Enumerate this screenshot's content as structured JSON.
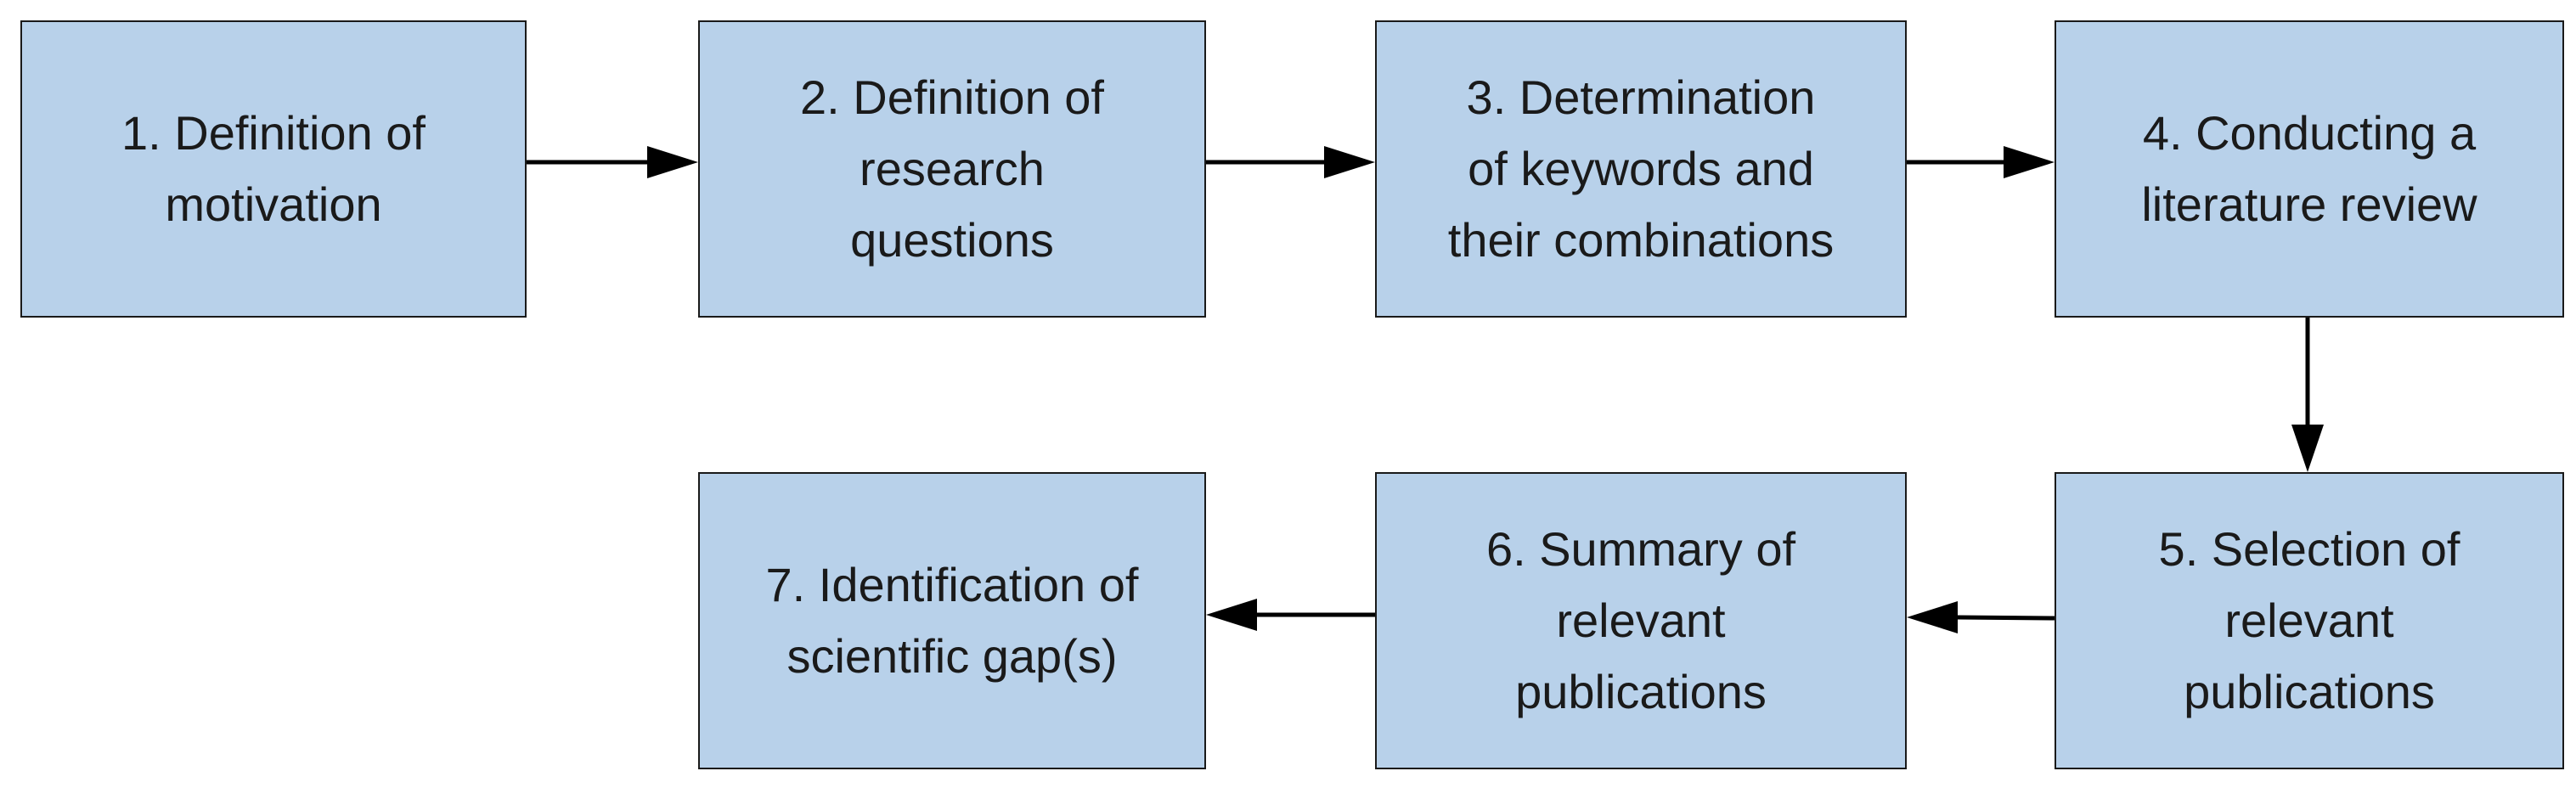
{
  "diagram": {
    "steps": [
      {
        "label": "1. Definition of\nmotivation"
      },
      {
        "label": "2. Definition of\nresearch\nquestions"
      },
      {
        "label": "3. Determination\nof keywords and\ntheir combinations"
      },
      {
        "label": "4. Conducting a\nliterature review"
      },
      {
        "label": "5. Selection of\nrelevant\npublications"
      },
      {
        "label": "6. Summary of\nrelevant\npublications"
      },
      {
        "label": "7. Identification of\nscientific gap(s)"
      }
    ],
    "colors": {
      "box_fill": "#b8d1ea",
      "box_border": "#1a1a1a",
      "text": "#1a1a1a",
      "arrow": "#000000"
    }
  }
}
